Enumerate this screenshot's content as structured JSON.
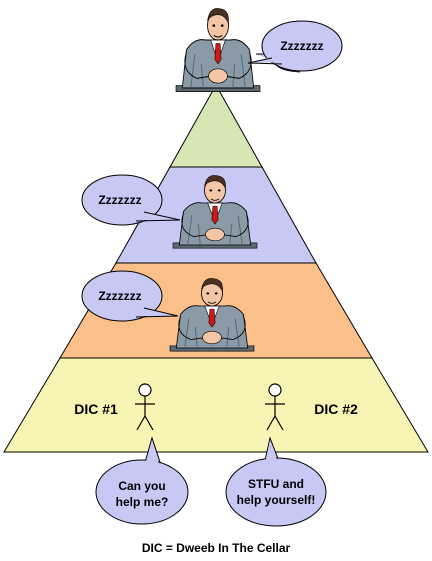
{
  "colors": {
    "tier_top": "#d6e6b4",
    "tier_second": "#c8c8f4",
    "tier_third": "#fbc08a",
    "tier_base": "#f8f4b4",
    "bubble_fill": "#c8c8f4",
    "outline": "#000000"
  },
  "pyramid": {
    "tiers": [
      {
        "name": "top",
        "occupant": "businessman"
      },
      {
        "name": "second",
        "occupant": "businessman"
      },
      {
        "name": "third",
        "occupant": "businessman"
      },
      {
        "name": "base",
        "occupant": "stick-figures"
      }
    ]
  },
  "bubbles": {
    "top_manager": "Zzzzzzz",
    "middle_manager": "Zzzzzzz",
    "lower_manager": "Zzzzzzz",
    "dic1_line1": "Can you",
    "dic1_line2": "help me?",
    "dic2_line1": "STFU and",
    "dic2_line2": "help yourself!"
  },
  "labels": {
    "dic1": "DIC #1",
    "dic2": "DIC #2"
  },
  "caption": "DIC = Dweeb In The Cellar",
  "icons": [
    "businessman-icon",
    "stick-figure-icon",
    "speech-bubble-icon"
  ]
}
